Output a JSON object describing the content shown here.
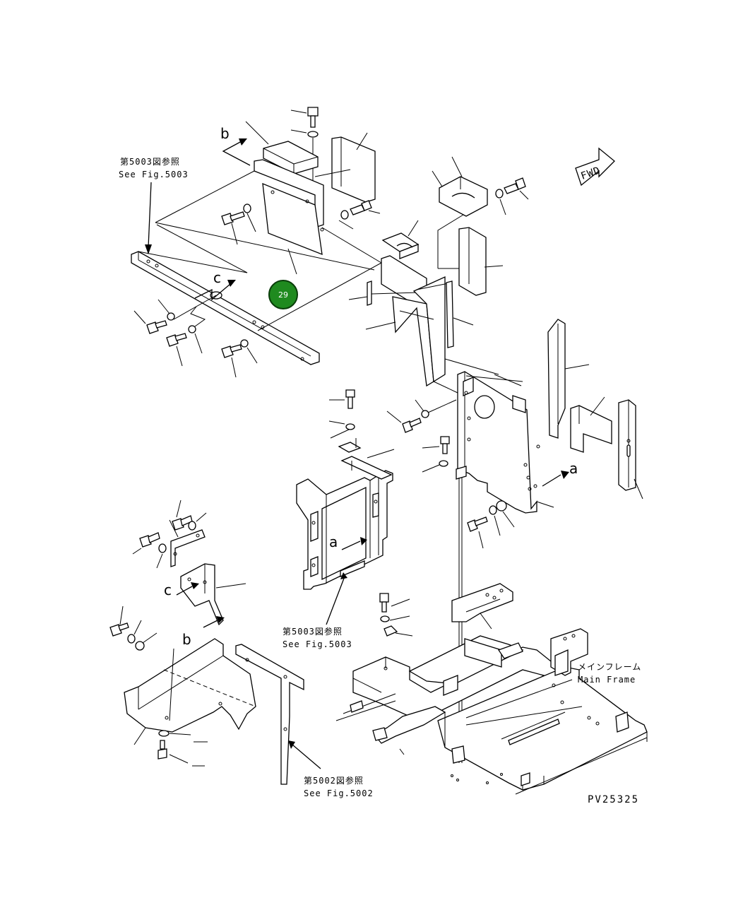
{
  "diagram": {
    "callout_badge": {
      "number": "29",
      "color": "#1f8a1f"
    },
    "fwd_label": "FWD",
    "drawing_number": "PV25325",
    "view_letters": {
      "b_top": "b",
      "c_top": "c",
      "a_mid": "a",
      "a_right": "a",
      "c_left": "c",
      "b_left": "b"
    },
    "references": [
      {
        "jp": "第5003図参照",
        "en": "See Fig.5003"
      },
      {
        "jp": "第5003図参照",
        "en": "See Fig.5003"
      },
      {
        "jp": "第5002図参照",
        "en": "See Fig.5002"
      }
    ],
    "main_frame": {
      "jp": "メインフレーム",
      "en": "Main Frame"
    }
  }
}
